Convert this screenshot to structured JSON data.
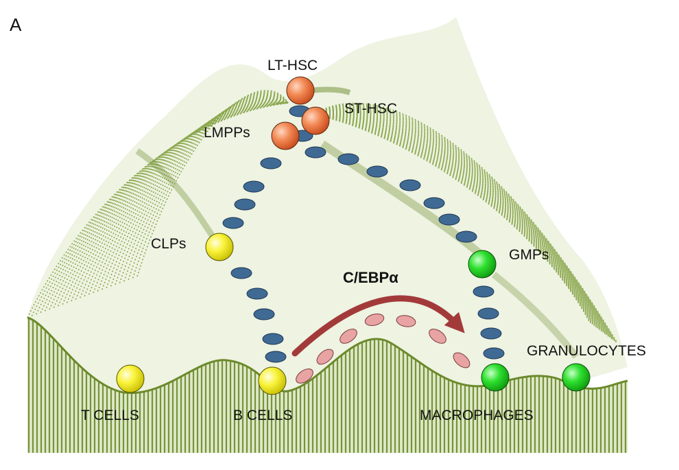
{
  "panel_label": "A",
  "transcription_factor": "C/EBPα",
  "colors": {
    "landscape": "#6b8a2b",
    "stem_cell": "#f07a4a",
    "lymphoid": "#f7f01a",
    "myeloid": "#1fdc1f",
    "path_dot": "#3f6a94",
    "reprogram_dot": "#e8a3a3",
    "arrow": "#a33a3a"
  },
  "cells": [
    {
      "id": "lt-hsc",
      "label": "LT-HSC",
      "type": "stem"
    },
    {
      "id": "st-hsc",
      "label": "ST-HSC",
      "type": "stem"
    },
    {
      "id": "lmpps",
      "label": "LMPPs",
      "type": "stem"
    },
    {
      "id": "clps",
      "label": "CLPs",
      "type": "lymphoid"
    },
    {
      "id": "gmps",
      "label": "GMPs",
      "type": "myeloid"
    },
    {
      "id": "t-cells",
      "label": "T CELLS",
      "type": "lymphoid"
    },
    {
      "id": "b-cells",
      "label": "B CELLS",
      "type": "lymphoid"
    },
    {
      "id": "macrophages",
      "label": "MACROPHAGES",
      "type": "myeloid"
    },
    {
      "id": "granulocytes",
      "label": "GRANULOCYTES",
      "type": "myeloid"
    }
  ]
}
